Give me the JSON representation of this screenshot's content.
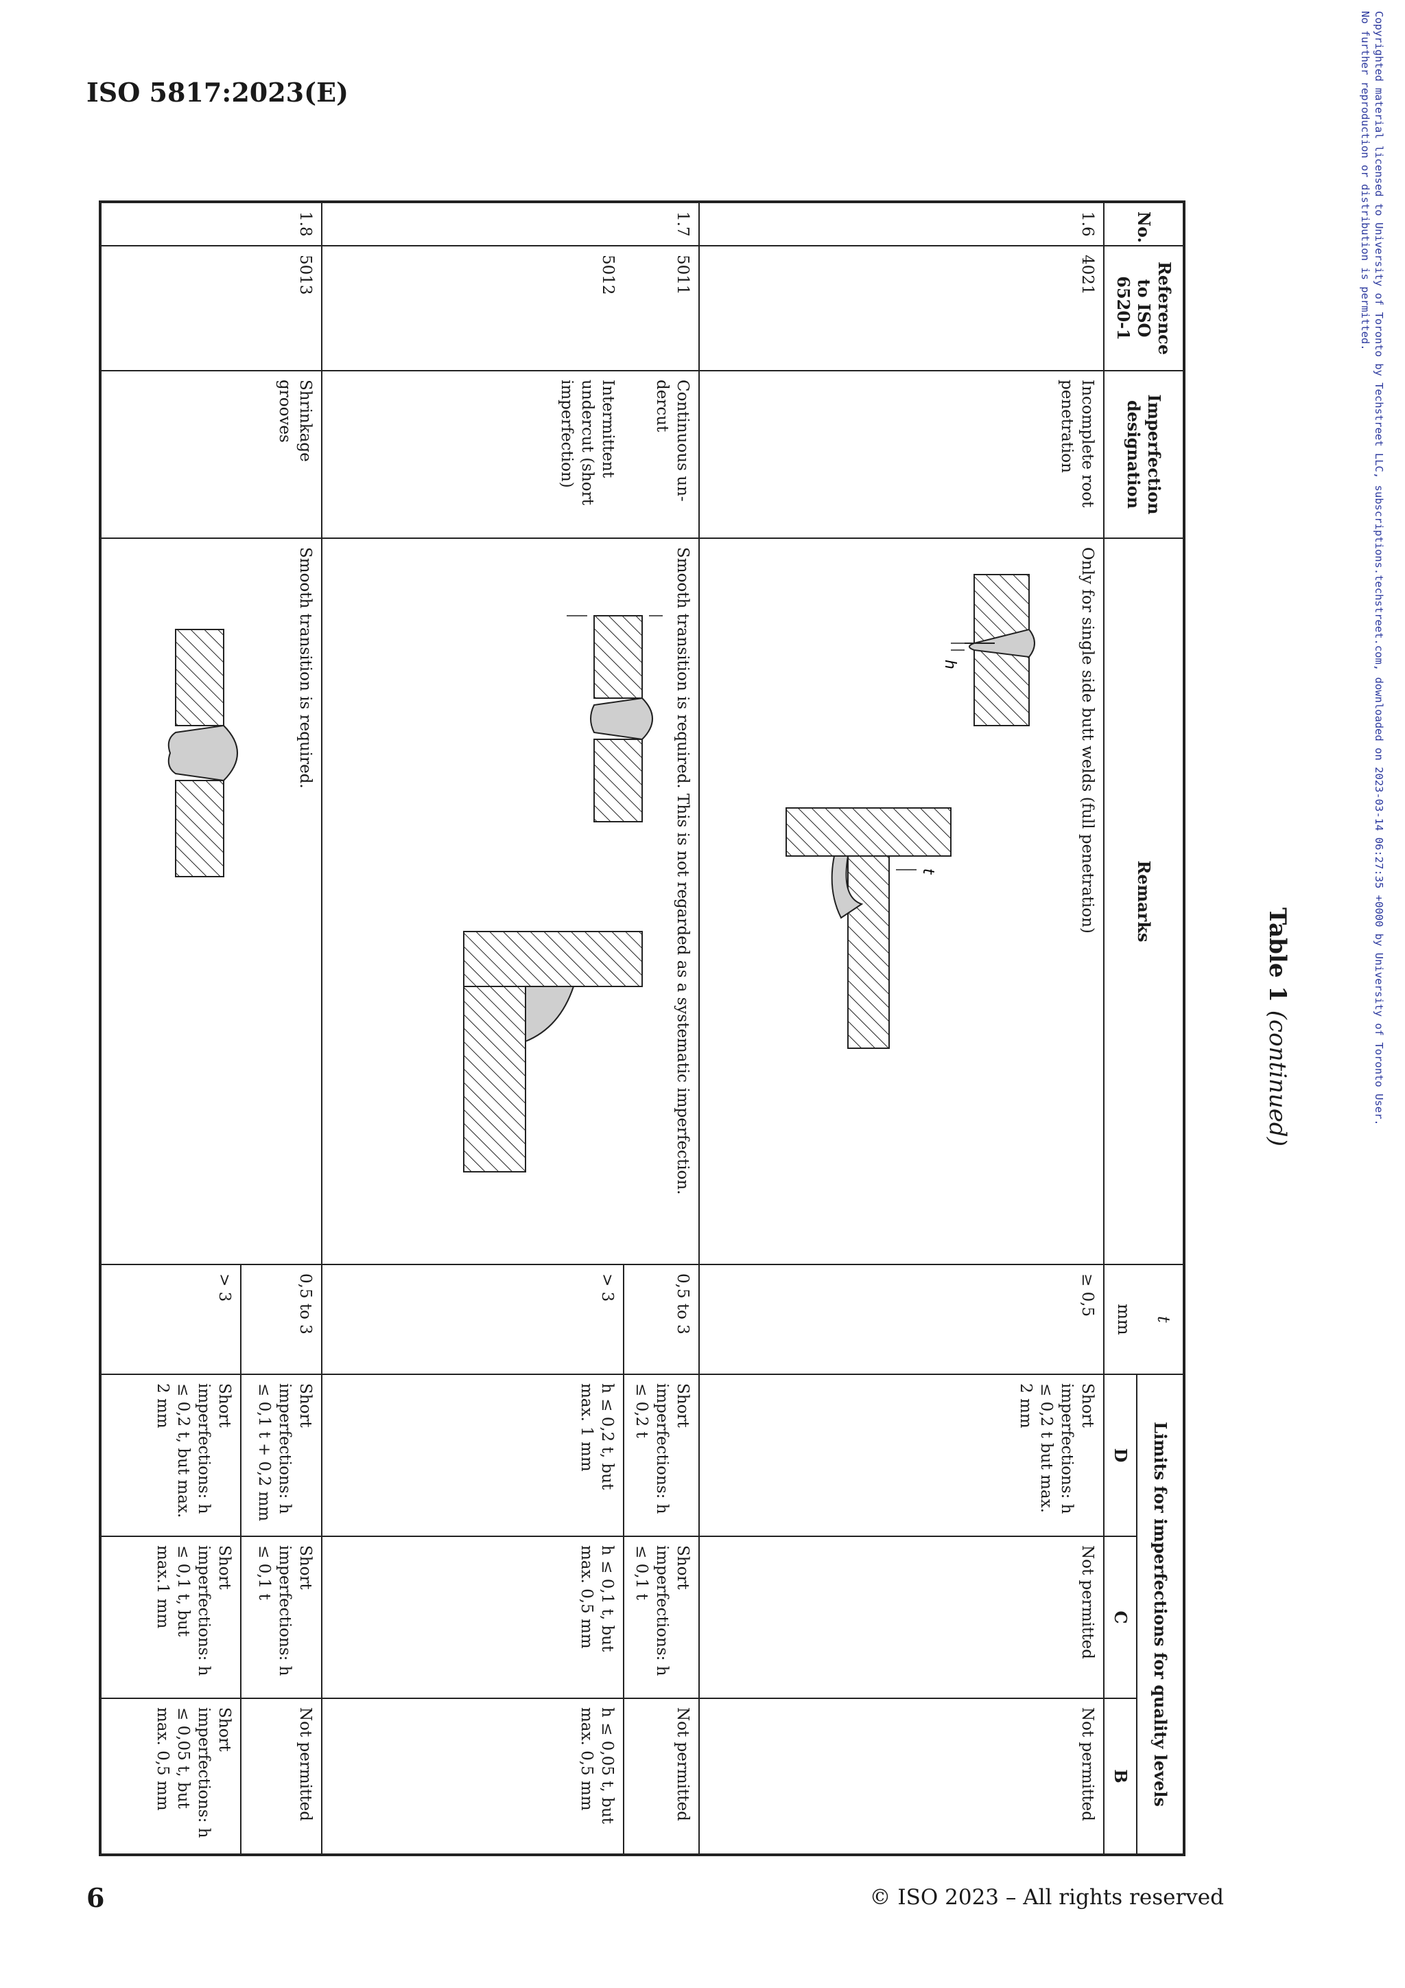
{
  "header": {
    "title": "ISO 5817:2023(E)"
  },
  "footer": {
    "page_number": "6",
    "copyright": "© ISO 2023 – All rights reserved"
  },
  "side_notice": {
    "line1": "Copyrighted material licensed to University of Toronto by Techstreet LLC, subscriptions.techstreet.com, downloaded on 2023-03-14 06:27:35 +0000 by University of Toronto User.",
    "line2": "No further reproduction or distribution is permitted."
  },
  "table": {
    "caption_bold": "Table 1",
    "caption_italic": "(continued)",
    "headers": {
      "no": "No.",
      "reference": "Reference to ISO 6520-1",
      "designation": "Imperfection designation",
      "remarks": "Remarks",
      "t": "t",
      "t_unit": "mm",
      "limits": "Limits for imperfections for quality levels",
      "d": "D",
      "c": "C",
      "b": "B"
    },
    "rows": {
      "r16": {
        "no": "1.6",
        "ref": "4021",
        "designation": "Incomplete root penetration",
        "remarks": "Only for single side butt welds (full penetration)",
        "t": "≥ 0,5",
        "d": "Short imperfections: h ≤ 0,2 t but max. 2 mm",
        "c": "Not permitted",
        "b": "Not permitted"
      },
      "r17": {
        "no": "1.7",
        "ref_a": "5011",
        "ref_b": "5012",
        "designation_a": "Continuous un-dercut",
        "designation_b": "Intermittent undercut (short imperfection)",
        "remarks": "Smooth transition is required. This is not regarded as a systematic imperfection.",
        "t_a": "0,5 to 3",
        "t_b": "> 3",
        "d_a": "Short imperfections: h ≤ 0,2 t",
        "d_b": "h ≤ 0,2 t, but max. 1 mm",
        "c_a": "Short imperfections: h ≤ 0,1 t",
        "c_b": "h ≤ 0,1 t, but max. 0,5 mm",
        "b_a": "Not permitted",
        "b_b": "h ≤ 0,05 t, but max. 0,5 mm"
      },
      "r18": {
        "no": "1.8",
        "ref": "5013",
        "designation": "Shrinkage grooves",
        "remarks": "Smooth transition is required.",
        "t_a": "0,5 to 3",
        "t_b": "> 3",
        "d_a": "Short imperfections: h ≤ 0,1 t + 0,2 mm",
        "d_b": "Short imperfections: h ≤ 0,2 t, but max. 2 mm",
        "c_a": "Short imperfections: h ≤ 0,1 t",
        "c_b": "Short imperfections: h ≤ 0,1 t, but max.1 mm",
        "b_a": "Not permitted",
        "b_b": "Short imperfections: h ≤ 0,05 t, but max. 0,5 mm"
      }
    },
    "figure_labels": {
      "t": "t",
      "h": "h"
    }
  }
}
